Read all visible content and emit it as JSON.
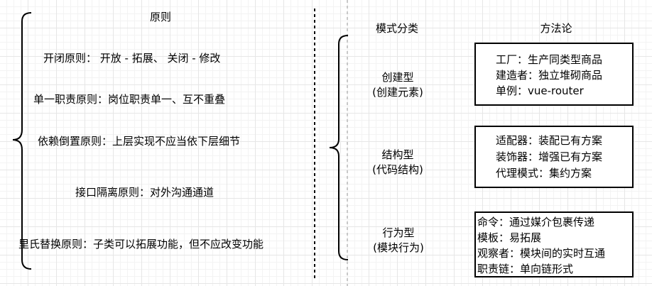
{
  "principles": {
    "header": "原则",
    "items": [
      "开闭原则：  开放 - 拓展、 关闭 - 修改",
      "单一职责原则：岗位职责单一、互不重叠",
      "依赖倒置原则：上层实现不应当依下层细节",
      "接口隔离原则：对外沟通通道",
      "里氏替换原则：子类可以拓展功能，但不应改变功能"
    ]
  },
  "patterns": {
    "header_category": "模式分类",
    "header_method": "方法论",
    "categories": [
      {
        "name": "创建型",
        "sub": "(创建元素)",
        "methods": [
          "工厂：生产同类型商品",
          "建造者：独立堆砌商品",
          "单例：vue-router"
        ]
      },
      {
        "name": "结构型",
        "sub": "(代码结构)",
        "methods": [
          "适配器：装配已有方案",
          "装饰器：增强已有方案",
          "代理模式：集约方案"
        ]
      },
      {
        "name": "行为型",
        "sub": "(模块行为)",
        "methods": [
          "命令：通过媒介包裹传递",
          "模板：易拓展",
          "观察者：模块间的实时互通",
          "职责链：单向链形式"
        ]
      }
    ]
  }
}
